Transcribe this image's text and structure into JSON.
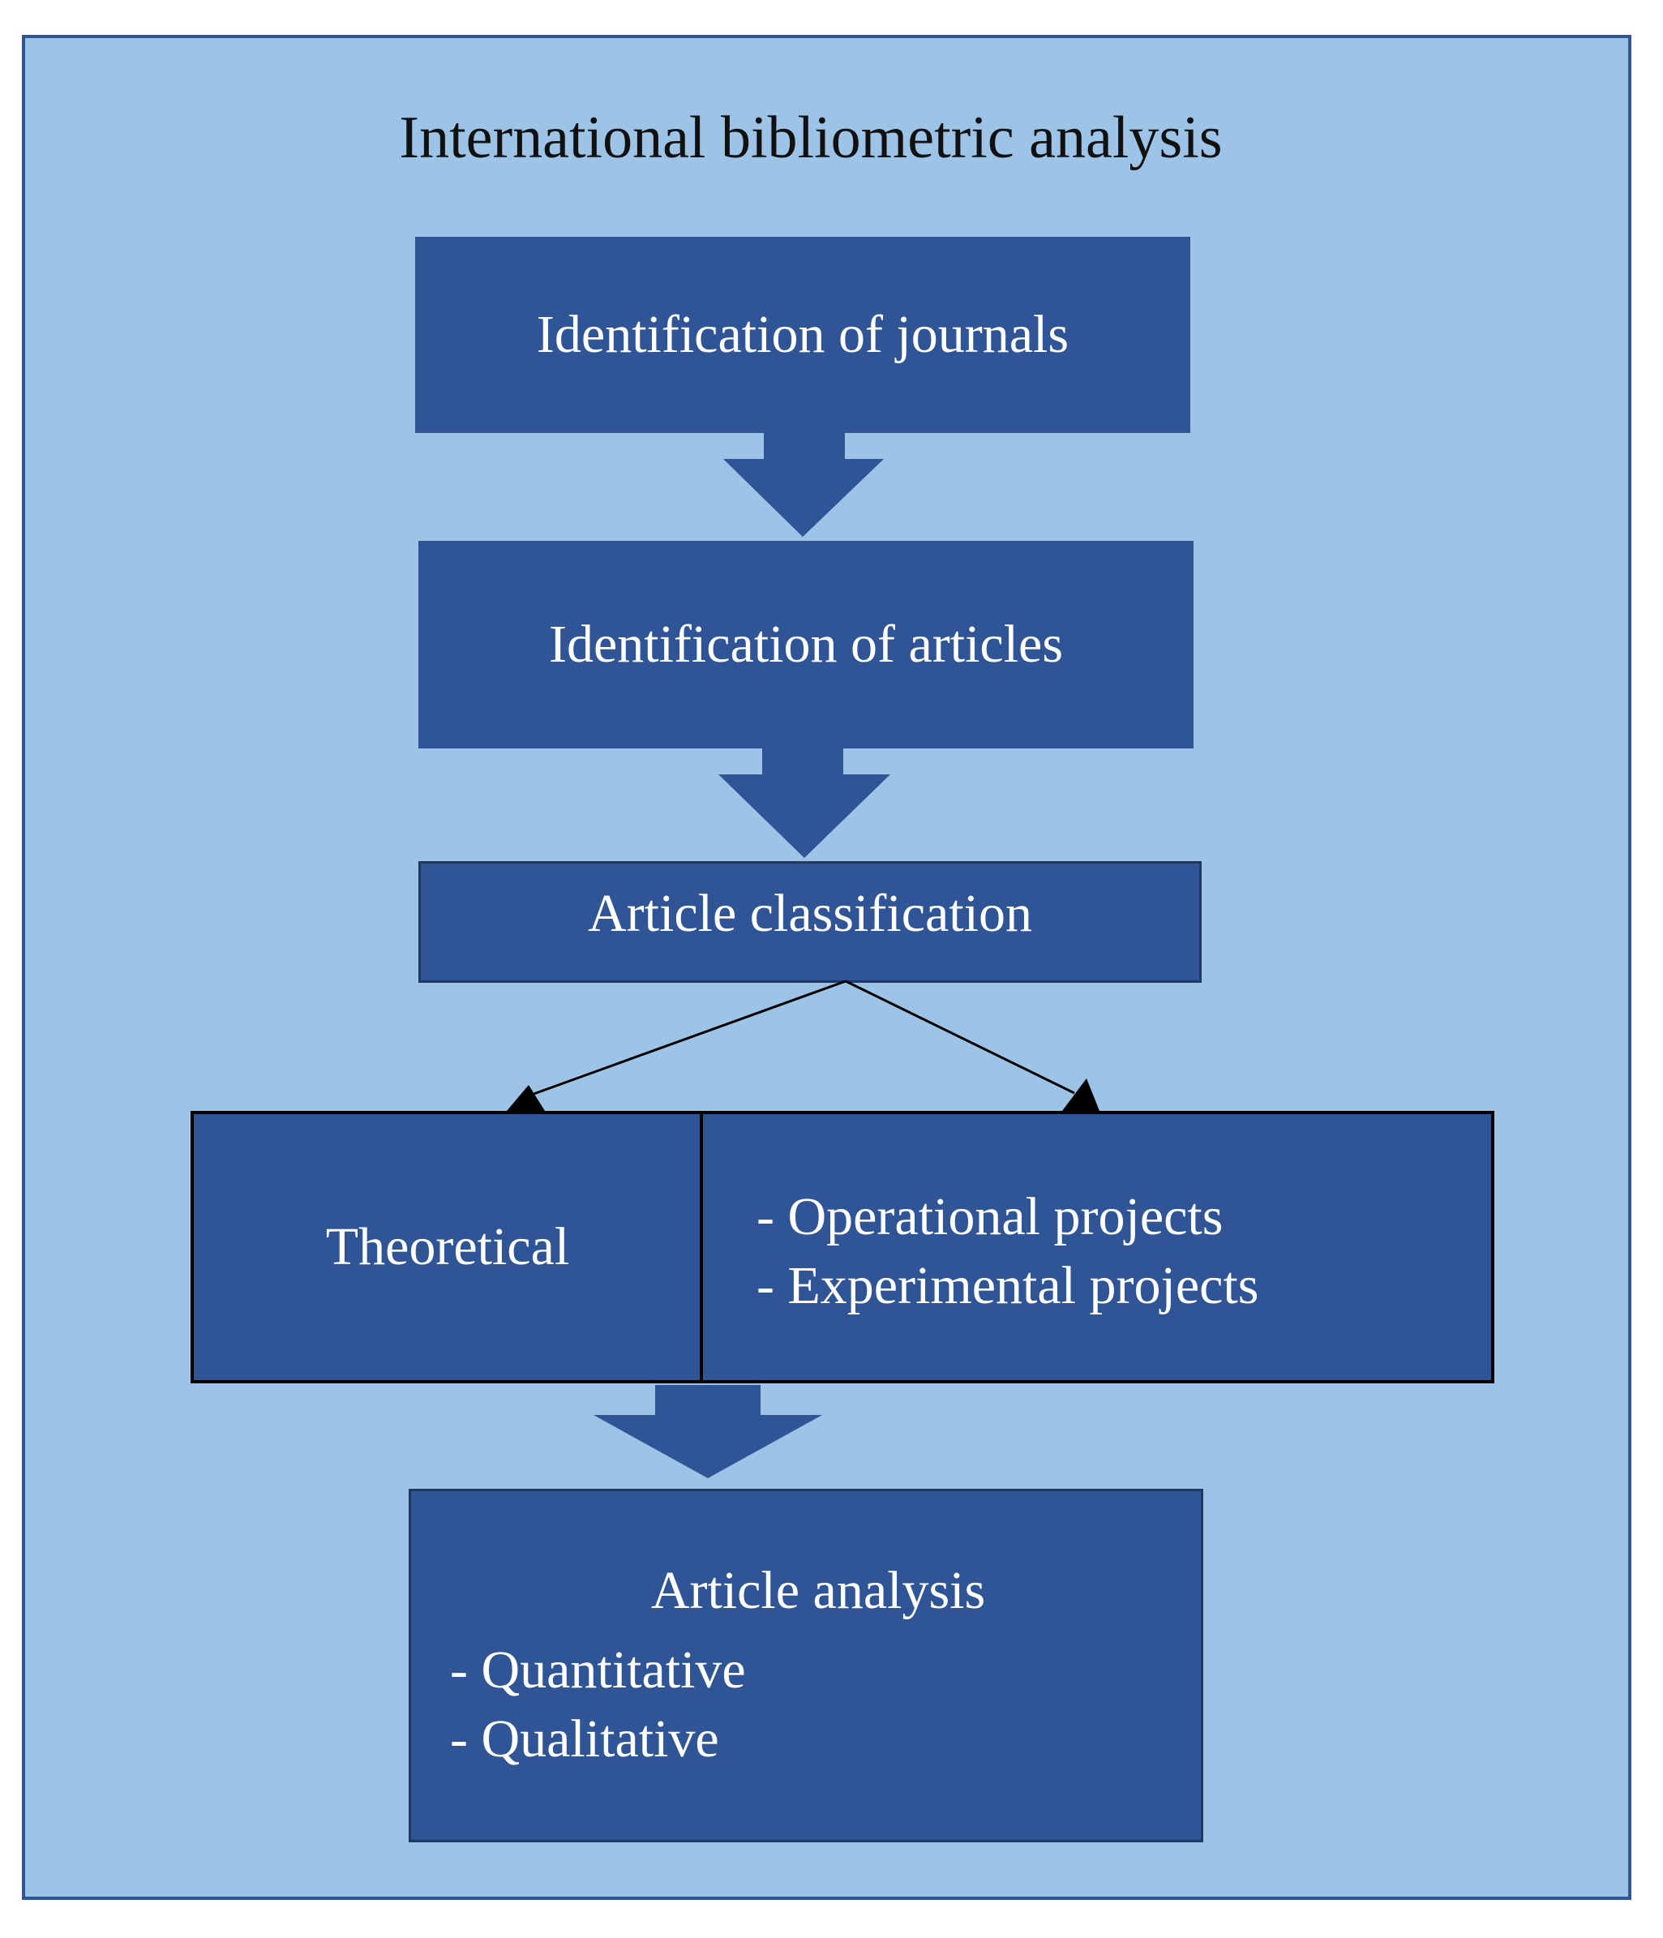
{
  "diagram": {
    "title": "International bibliometric analysis",
    "steps": {
      "journals": "Identification of journals",
      "articles": "Identification of articles",
      "classification": "Article classification",
      "theoretical": "Theoretical",
      "projects": [
        "- Operational projects",
        "- Experimental projects"
      ],
      "analysis": {
        "heading": "Article analysis",
        "items": [
          "- Quantitative",
          "- Qualitative"
        ]
      }
    },
    "colors": {
      "background": "#9dc3e6",
      "box_fill": "#2f5597",
      "box_text": "#ffffff",
      "title_text": "#111111",
      "connector": "#000000"
    }
  }
}
